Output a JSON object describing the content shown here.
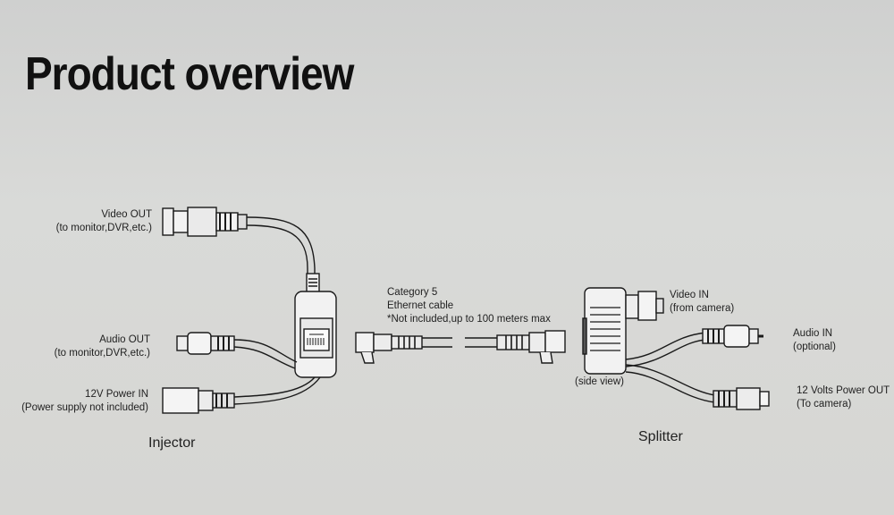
{
  "title": "Product overview",
  "injector": {
    "caption": "Injector",
    "video_out": "Video OUT",
    "video_out_note": "(to monitor,DVR,etc.)",
    "audio_out": "Audio OUT",
    "audio_out_note": "(to monitor,DVR,etc.)",
    "power_in": "12V Power IN",
    "power_in_note": "(Power supply not included)"
  },
  "cable": {
    "line1": "Category 5",
    "line2": "Ethernet cable",
    "line3": "*Not included,up to 100 meters max"
  },
  "splitter": {
    "caption": "Splitter",
    "side_view": "(side view)",
    "video_in": "Video IN",
    "video_in_note": "(from camera)",
    "audio_in": "Audio IN",
    "audio_in_note": "(optional)",
    "power_out": "12 Volts Power OUT",
    "power_out_note": "(To camera)"
  }
}
